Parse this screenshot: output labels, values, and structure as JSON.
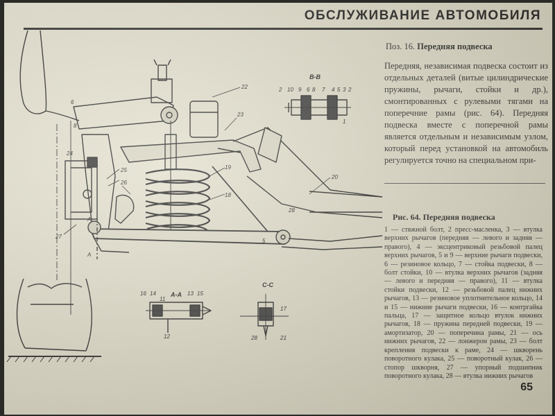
{
  "header": {
    "running_title": "ОБСЛУЖИВАНИЕ АВТОМОБИЛЯ"
  },
  "section": {
    "pos_label": "Поз. 16.",
    "pos_title": "Передняя подвеска",
    "body": "Передняя, независимая подвеска состоит из отдельных деталей (витые цилиндрические пружины, рычаги, стойки и др.), смонтированных с рулевыми тягами на поперечние рамы (рис. 64). Передняя подвеска вместе с поперечной рамы является отдельным и независимым узлом, который перед установкой на автомобиль регулируется точно на специальном при-"
  },
  "figure": {
    "caption": "Рис. 64. Передняя подвеска",
    "legend": "1 — стяжной болт, 2 пресс-масленка, 3 — втулка верхних рычагов (передняя — левого и задняя — правого), 4 — эксцентриковый резьбовой палец верхних рычагов, 5 и 9 — верхние рычаги подвески, 6 — резиновое кольцо, 7 — стойка подвески, 8 — болт стойки, 10 — втулка верхних рычагов (задняя — левого и передняя — правого), 11 — втулка стойки подвески, 12 — резьбовой палец нижних рычагов, 13 — резиновое уплотнительное кольцо, 14 и 15 — нижние рычаги подвески, 16 — контргайка пальца, 17 — защитное кольцо втулок нижних рычагов, 18 — пружина передней подвески, 19 — амортизатор, 20 — поперечина рамы, 21 — ось нижних рычагов, 22 — лонжерон рамы, 23 — болт крепления подвески к раме, 24 — шкворень поворотного кулака, 25 — поворотный кулак, 26 — стопор шкворня, 27 — упорный подшипник поворотного кулака, 28 — втулка нижних рычагов",
    "section_labels": {
      "bb": "В-В",
      "aa": "А-А",
      "cc": "С-С",
      "a1": "А",
      "a2": "А"
    },
    "callouts": {
      "n1": "1",
      "n2": "2",
      "n3": "3",
      "n4": "4",
      "n5": "5",
      "n6": "6",
      "n7": "7",
      "n8": "8",
      "n9": "9",
      "n10": "10",
      "n11": "11",
      "n12": "12",
      "n13": "13",
      "n14": "14",
      "n15": "15",
      "n16": "16",
      "n17": "17",
      "n18": "18",
      "n19": "19",
      "n20": "20",
      "n21": "21",
      "n22": "22",
      "n23": "23",
      "n24": "24",
      "n25": "25",
      "n26": "26",
      "n27": "27",
      "n28": "28"
    }
  },
  "page_number": "65",
  "colors": {
    "paper": "#e3e0cf",
    "ink": "#222222"
  }
}
